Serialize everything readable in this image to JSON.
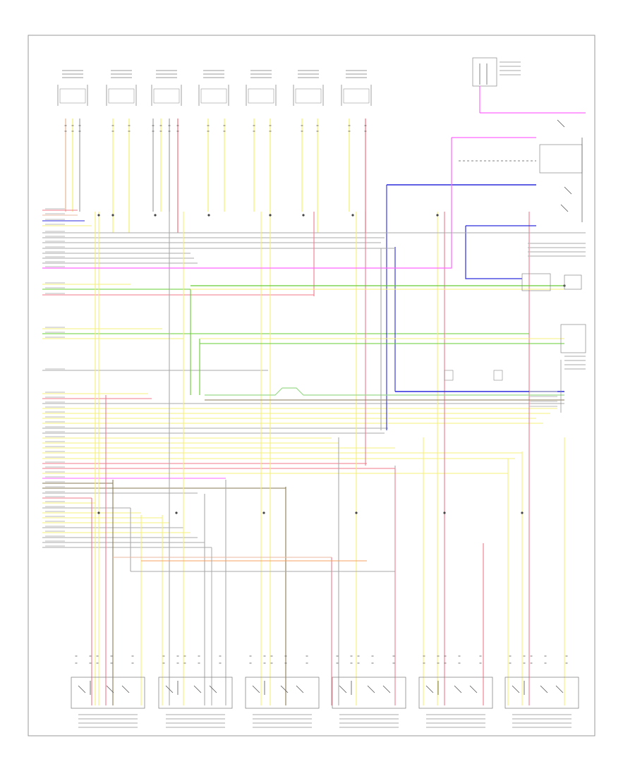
{
  "diagram": {
    "footer_id": "",
    "colors": {
      "yellow": "#f5f07a",
      "red": "#f07a8a",
      "pink": "#ff66ff",
      "blue": "#2c2cdc",
      "green": "#66cc33",
      "grey": "#a9a9a9",
      "brown": "#8a7a55",
      "tan": "#e8b9a0",
      "orange": "#f4a060",
      "lightgreen": "#9ad98a",
      "border": "#999999"
    },
    "top_sensors": [
      {
        "id": "s1",
        "label": ""
      },
      {
        "id": "s2",
        "label": ""
      },
      {
        "id": "s3",
        "label": ""
      },
      {
        "id": "s4",
        "label": ""
      },
      {
        "id": "s5",
        "label": ""
      },
      {
        "id": "s6",
        "label": ""
      },
      {
        "id": "s7",
        "label": ""
      }
    ],
    "bottom_modules": [
      {
        "id": "m1",
        "label": ""
      },
      {
        "id": "m2",
        "label": ""
      },
      {
        "id": "m3",
        "label": ""
      },
      {
        "id": "m4",
        "label": ""
      },
      {
        "id": "m5",
        "label": ""
      },
      {
        "id": "m6",
        "label": ""
      }
    ],
    "right_components": [
      {
        "id": "r1",
        "label": ""
      },
      {
        "id": "r2",
        "label": ""
      },
      {
        "id": "r3",
        "label": ""
      },
      {
        "id": "r4",
        "label": ""
      }
    ]
  }
}
